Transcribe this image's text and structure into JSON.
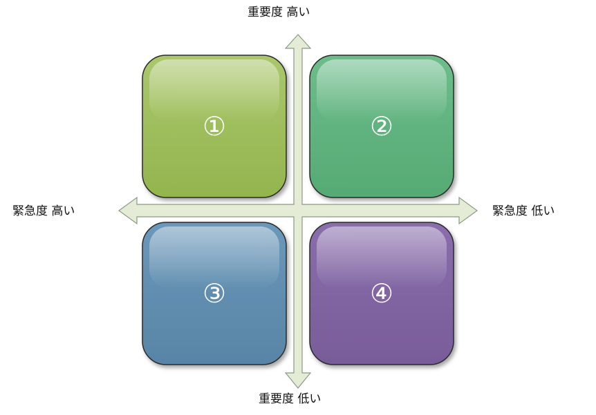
{
  "axes": {
    "importance_high": "重要度 高い",
    "importance_low": "重要度 低い",
    "urgency_high": "緊急度 高い",
    "urgency_low": "緊急度 低い"
  },
  "quadrants": [
    {
      "label": "①",
      "color": "#9bbb59"
    },
    {
      "label": "②",
      "color": "#5fb37e"
    },
    {
      "label": "③",
      "color": "#5f8db0"
    },
    {
      "label": "④",
      "color": "#8064a2"
    }
  ],
  "arrow_color": "#e4ecd6",
  "arrow_stroke": "#8a9a82"
}
